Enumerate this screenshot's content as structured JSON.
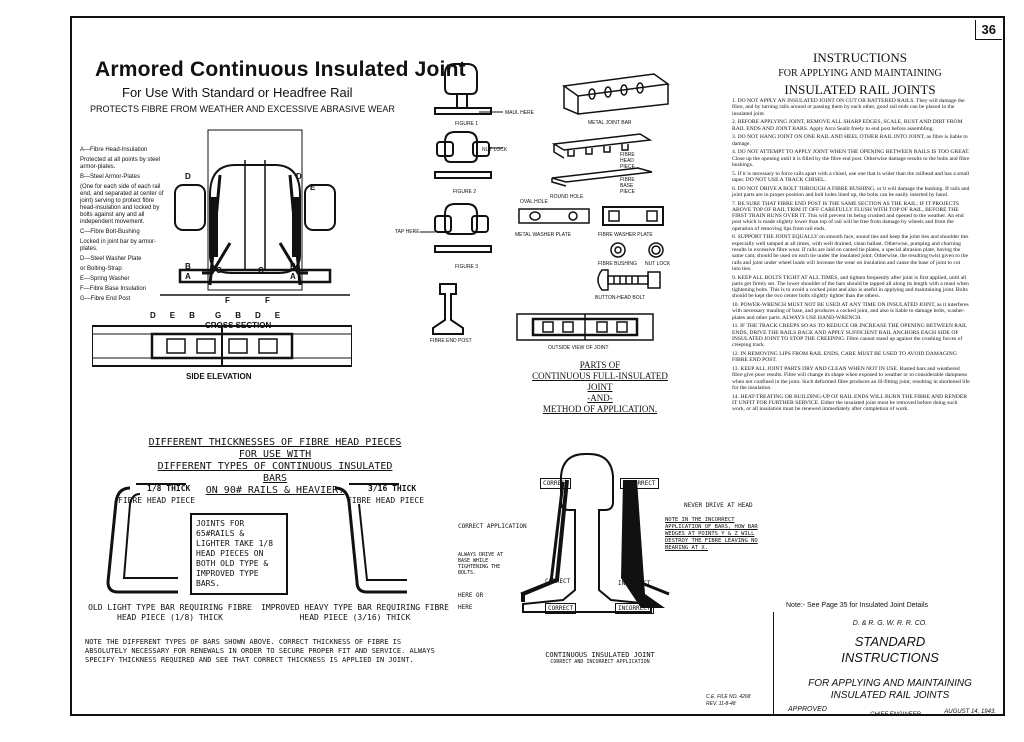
{
  "page_number": "36",
  "header": {
    "title": "Armored Continuous Insulated Joint",
    "subtitle": "For Use With Standard or Headfree Rail",
    "protects": "PROTECTS FIBRE FROM WEATHER AND EXCESSIVE ABRASIVE WEAR"
  },
  "legend": [
    "A—Fibre Head-Insulation",
    "Protected at all points by steel armor-plates.",
    "B—Steel Armor-Plates",
    "(One for each side of each rail end, and separated at center of joint) serving to protect fibre head-insulation and locked by bolts against any and all independent movement.",
    "C—Fibre Bolt-Bushing",
    "Locked in joint bar by armor-plates.",
    "D—Steel Washer Plate",
    "or Bolting-Strap",
    "E—Spring Washer",
    "F—Fibre Base Insulation",
    "G—Fibre End Post"
  ],
  "cross_section": {
    "label": "CROSS SECTION",
    "letters": [
      "A",
      "B",
      "C",
      "D",
      "E",
      "F"
    ]
  },
  "side_elevation": {
    "label": "SIDE ELEVATION",
    "letters": [
      "D",
      "E",
      "B",
      "G",
      "B",
      "D",
      "E"
    ]
  },
  "figures": {
    "fig1": "FIGURE 1",
    "fig2": "FIGURE 2",
    "fig3": "FIGURE 3",
    "maul_here": "MAUL HERE",
    "nut_lock": "NUT LOCK",
    "tap_here": "TAP HERE",
    "oval_hole": "OVAL HOLE",
    "round_hole": "ROUND HOLE",
    "metal_joint_bar": "METAL JOINT BAR",
    "fibre_head_piece": "FIBRE HEAD PIECE",
    "fibre_base_piece": "FIBRE BASE PIECE",
    "metal_washer_plate": "METAL WASHER PLATE",
    "fibre_washer_plate": "FIBRE WASHER PLATE",
    "fibre_bushing": "FIBRE BUSHING",
    "nut_lock2": "NUT LOCK",
    "button_head_bolt": "BUTTON-HEAD BOLT",
    "fibre_end_post": "FIBRE END POST",
    "outside_view": "OUTSIDE VIEW OF JOINT"
  },
  "parts": {
    "line1": "PARTS OF",
    "line2": "CONTINUOUS FULL-INSULATED JOINT",
    "line3": "-AND-",
    "line4": "METHOD OF APPLICATION."
  },
  "instructions": {
    "title1": "INSTRUCTIONS",
    "title2": "FOR APPLYING AND MAINTAINING",
    "title3": "INSULATED RAIL JOINTS",
    "items": [
      "1. DO NOT APPLY AN INSULATED JOINT ON CUT OR BATTERED RAILS. They will damage the fibre, and by turning rails around or passing them by each other, good rail ends can be placed in the insulated joint.",
      "2. BEFORE APPLYING JOINT, REMOVE ALL SHARP EDGES, SCALE, RUST AND DIRT FROM RAIL ENDS AND JOINT BARS. Apply Arco Sealit freely to end post before assembling.",
      "3. DO NOT HANG JOINT ON ONE RAIL AND HEEL OTHER RAIL INTO JOINT, as fibre is liable to damage.",
      "4. DO NOT ATTEMPT TO APPLY JOINT WHEN THE OPENING BETWEEN RAILS IS TOO GREAT. Close up the opening until it is filled by the fibre end post. Otherwise damage results to the bolts and fibre bushings.",
      "5. If it is necessary to force rails apart with a chisel, use one that is wider than the railhead and has a small taper. DO NOT USE A TRACK CHISEL.",
      "6. DO NOT DRIVE A BOLT THROUGH A FIBRE BUSHING, or it will damage the bushing. If rails and joint parts are in proper position and bolt holes lined up, the bolts can be easily inserted by hand.",
      "7. BE SURE THAT FIBRE END POST IS THE SAME SECTION AS THE RAIL; IF IT PROJECTS ABOVE TOP OF RAIL TRIM IT OFF CAREFULLY FLUSH WITH TOP OF RAIL, BEFORE THE FIRST TRAIN RUNS OVER IT. This will prevent its being crushed and opened to the weather. An end post which is made slightly lower than top of rail will be free from damage by wheels and from the operation of removing lips from rail ends.",
      "8. SUPPORT THE JOINT EQUALLY on smooth face, sound ties and keep the joint ties and shoulder ties especially well tamped at all times, with well drained, clean ballast. Otherwise, pumping and churning results in excessive fibre wear. If rails are laid on canted tie plates, a special abrasion plate, having the same cant, should be used on each tie under the insulated joint. Otherwise, the resulting twist given to the rails and joint under wheel loads will increase the wear on insulation and cause the base of joint to cut into ties.",
      "9. KEEP ALL BOLTS TIGHT AT ALL TIMES, and tighten frequently after joint is first applied, until all parts get firmly set. The lower shoulder of the bars should be tapped all along its length with a maul when tightening bolts. This is to avoid a cocked joint and also is useful in applying and maintaining joint. Bolts should be kept the two center bolts slightly tighter than the others.",
      "10. POWER-WRENCH MUST NOT BE USED AT ANY TIME ON INSULATED JOINT, as it interferes with necessary mauling of base, and produces a cocked joint, and also is liable to damage bolts, washer-plates and other parts. ALWAYS USE HAND-WRENCH.",
      "11. IF THE TRACK CREEPS SO AS TO REDUCE OR INCREASE THE OPENING BETWEEN RAIL ENDS, DRIVE THE RAILS BACK AND APPLY SUFFICIENT RAIL ANCHORS EACH SIDE OF INSULATED JOINT TO STOP THE CREEPING. Fibre cannot stand up against the crushing forces of creeping track.",
      "12. IN REMOVING LIPS FROM RAIL ENDS, CARE MUST BE USED TO AVOID DAMAGING FIBRE END POST.",
      "13. KEEP ALL JOINT PARTS DRY AND CLEAN WHEN NOT IN USE. Rusted bars and weathered fibre give poor results. Fibre will change its shape when exposed to weather or to considerable dampness when not confined in the joint. Such deformed fibre produces an ill-fitting joint, resulting in shortened life for the insulation.",
      "14. HEAT-TREATING OR BUILDING-UP OF RAIL ENDS WILL BURN THE FIBRE AND RENDER IT UNFIT FOR FURTHER SERVICE. Either the insulated joint must be removed before doing such work, or all insulation must be renewed immediately after completion of work."
    ]
  },
  "thickness": {
    "line1": "DIFFERENT THICKNESSES OF FIBRE HEAD PIECES",
    "line2": "FOR USE WITH",
    "line3": "DIFFERENT TYPES OF CONTINUOUS INSULATED BARS",
    "line4": "ON 90# RAILS & HEAVIER.",
    "thick_left": "1/8 THICK",
    "thick_right": "3/16 THICK",
    "fhp_left": "FIBRE HEAD PIECE",
    "fhp_right": "FIBRE HEAD PIECE",
    "box": "JOINTS FOR 65#RAILS & LIGHTER TAKE 1/8 HEAD PIECES ON BOTH OLD TYPE & IMPROVED TYPE BARS.",
    "old_bar": "OLD LIGHT TYPE BAR REQUIRING FIBRE HEAD PIECE (1/8) THICK",
    "new_bar": "IMPROVED HEAVY TYPE BAR REQUIRING FIBRE HEAD PIECE (3/16) THICK",
    "note": "NOTE THE DIFFERENT TYPES OF BARS SHOWN ABOVE. CORRECT THICKNESS OF FIBRE IS ABSOLUTELY NECESSARY FOR RENEWALS IN ORDER TO SECURE PROPER FIT AND SERVICE. ALWAYS SPECIFY THICKNESS REQUIRED AND SEE THAT CORRECT THICKNESS IS APPLIED IN JOINT."
  },
  "application": {
    "correct_application": "CORRECT APPLICATION",
    "correct": "CORRECT",
    "incorrect": "INCORRECT",
    "never_drive": "NEVER DRIVE AT HEAD",
    "note_incorrect": "NOTE IN THE INCORRECT APPLICATION OF BARS, HOW BAR WEDGES AT POINTS Y & Z WILL DESTROY THE FIBRE LEAVING NO BEARING AT X.",
    "always_drive": "ALWAYS DRIVE AT BASE WHILE TIGHTENING THE BOLTS.",
    "here_or_here": "HERE OR HERE",
    "caption1": "CONTINUOUS INSULATED JOINT",
    "caption2": "CORRECT AND INCORRECT APPLICATION"
  },
  "title_block": {
    "note": "Note:- See Page 35 for Insulated Joint Details",
    "railroad": "D. & R. G. W. R. R. CO.",
    "standard": "STANDARD",
    "instructions": "INSTRUCTIONS",
    "for_line": "FOR APPLYING AND MAINTAINING",
    "insulated": "INSULATED RAIL JOINTS",
    "approved": "APPROVED",
    "chief_engineer": "CHIEF ENGINEER",
    "date": "AUGUST 14, 1943.",
    "ce_file": "C.E. FILE NO. 4268",
    "rev": "REV. 11-8-48"
  }
}
